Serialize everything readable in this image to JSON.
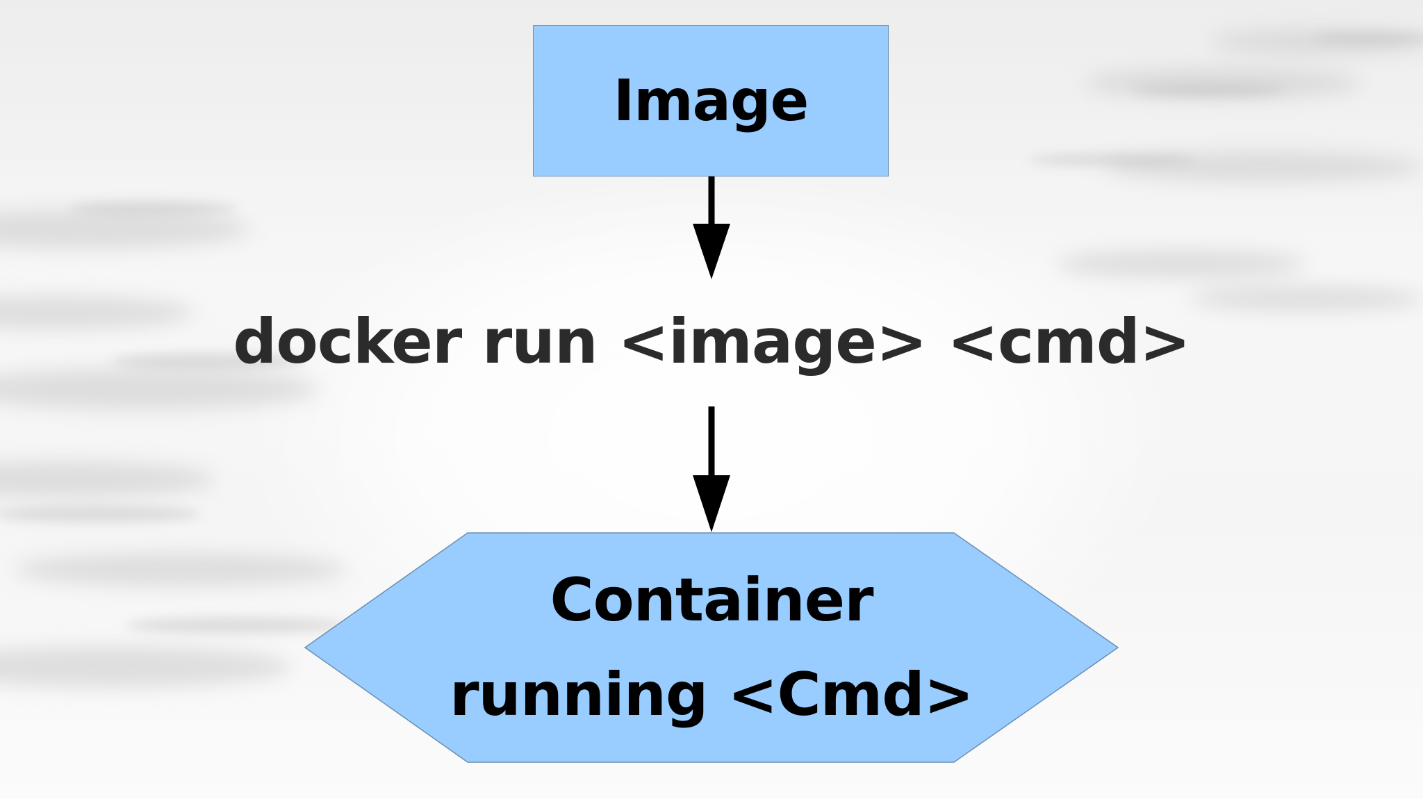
{
  "nodes": {
    "image": {
      "label": "Image",
      "fill": "#99ccff"
    },
    "command": {
      "label": "docker run <image> <cmd>"
    },
    "container": {
      "line1": "Container",
      "line2": "running <Cmd>",
      "fill": "#99ccff"
    }
  },
  "edges": [
    {
      "from": "image",
      "to": "command"
    },
    {
      "from": "command",
      "to": "container"
    }
  ],
  "colors": {
    "node_fill": "#99ccff",
    "node_border": "#6b8fb3",
    "arrow": "#000000",
    "command_text": "#2b2b2b"
  }
}
